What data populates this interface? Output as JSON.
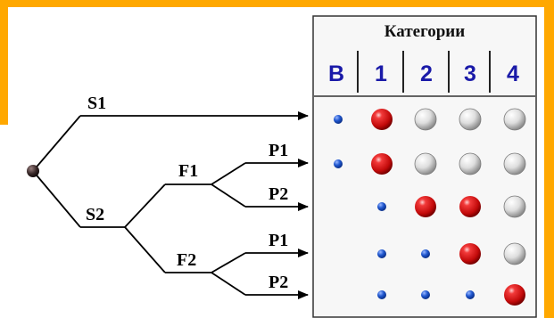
{
  "frame": {
    "accent_color": "#ffa800"
  },
  "table": {
    "title": "Категории",
    "columns": [
      "B",
      "1",
      "2",
      "3",
      "4"
    ],
    "rows": [
      [
        "small",
        "red",
        "white",
        "white",
        "white"
      ],
      [
        "small",
        "red",
        "white",
        "white",
        "white"
      ],
      [
        "empty",
        "small",
        "red",
        "red",
        "white"
      ],
      [
        "empty",
        "small",
        "small",
        "red",
        "white"
      ],
      [
        "empty",
        "small",
        "small",
        "small",
        "red"
      ]
    ]
  },
  "tree": {
    "s1": "S1",
    "s2": "S2",
    "f1": "F1",
    "f2": "F2",
    "p1_top": "P1",
    "p2_top": "P2",
    "p1_bottom": "P1",
    "p2_bottom": "P2"
  },
  "colors": {
    "small_dot": "#1f55c8",
    "red_ball": "#dd1111",
    "white_ball": "#e8e8e8",
    "column_label": "#1a1aa8",
    "root_node": "#3a2a2a"
  }
}
